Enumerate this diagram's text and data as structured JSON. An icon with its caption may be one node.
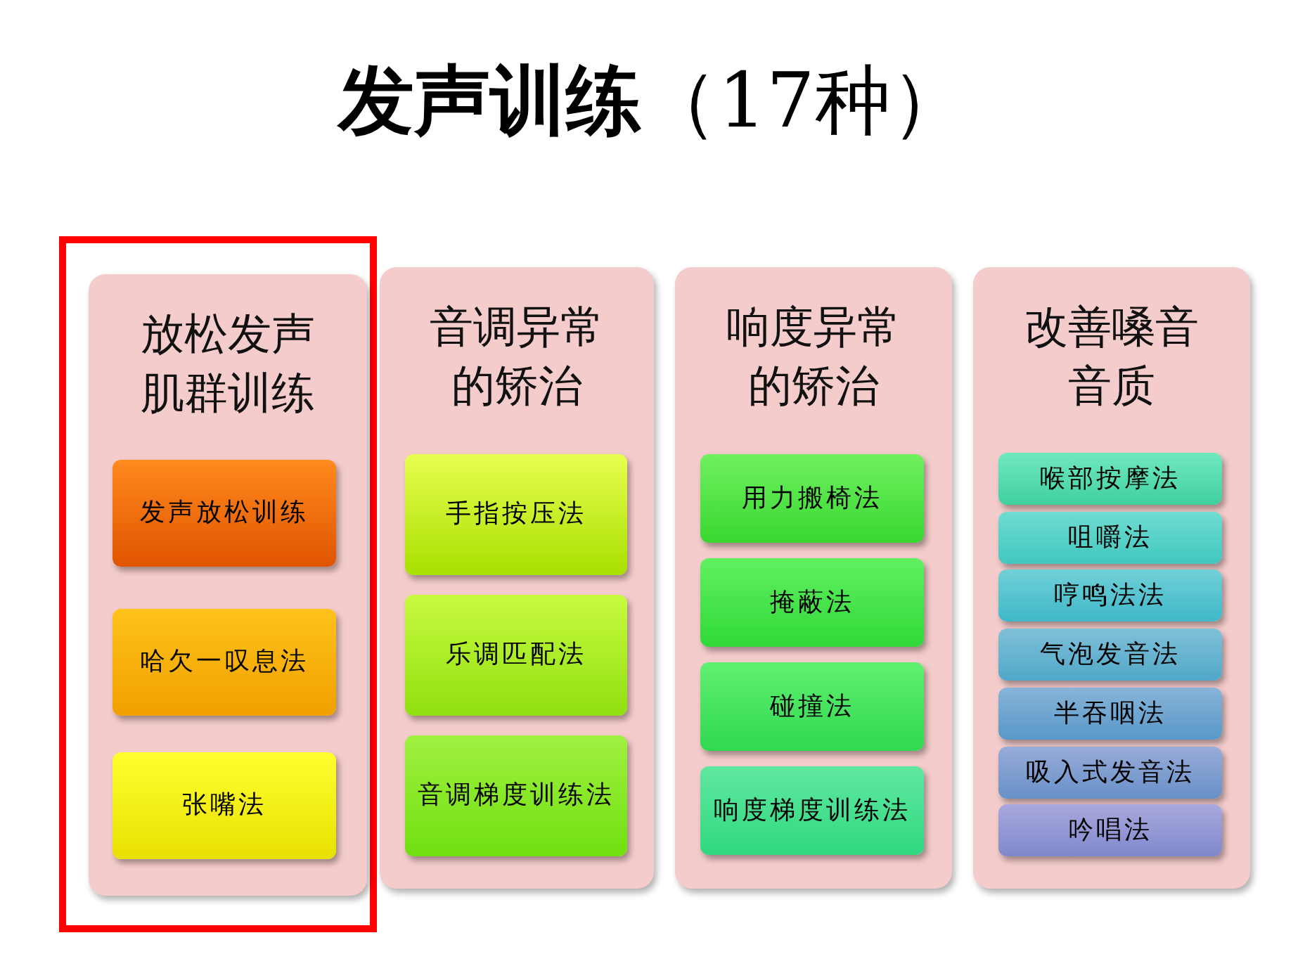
{
  "diagram": {
    "title": "**发声训练**（17种）",
    "nodes": [
      {
        "text": [],
        "shape": "box"
      },
      {
        "text": [
          "放松发声肌群训练"
        ],
        "in": 0
      },
      {
        "text": [
          "发声放松训练"
        ],
        "in": 1
      },
      {
        "text": [
          "哈欠一叹息法"
        ],
        "in": 1
      },
      {
        "text": [
          "张嘴法"
        ],
        "in": 1
      },
      {
        "text": [
          "音调异常的矫治"
        ]
      },
      {
        "text": [
          "手指按压法"
        ],
        "in": 5
      },
      {
        "text": [
          "乐调匹配法"
        ],
        "in": 5
      },
      {
        "text": [
          "音调梯度训练法"
        ],
        "in": 5
      },
      {
        "text": [
          "响度异常的矫治"
        ]
      },
      {
        "text": [
          "用力搬椅法"
        ],
        "in": 9
      },
      {
        "text": [
          "掩蔽法"
        ],
        "in": 9
      },
      {
        "text": [
          "碰撞法"
        ],
        "in": 9
      },
      {
        "text": [
          "响度梯度训练法"
        ],
        "in": 9
      },
      {
        "text": [
          "改善嗓音音质"
        ]
      },
      {
        "text": [
          "喉部按摩法"
        ],
        "in": 14
      },
      {
        "text": [
          "咀嚼法"
        ],
        "in": 14
      },
      {
        "text": [
          "哼鸣法法"
        ],
        "in": 14
      },
      {
        "text": [
          "气泡发音法"
        ],
        "in": 14
      },
      {
        "text": [
          "半吞咽法"
        ],
        "in": 14
      },
      {
        "text": [
          "吸入式发音法"
        ],
        "in": 14
      },
      {
        "text": [
          "吟唱法"
        ],
        "in": 14
      }
    ]
  }
}
